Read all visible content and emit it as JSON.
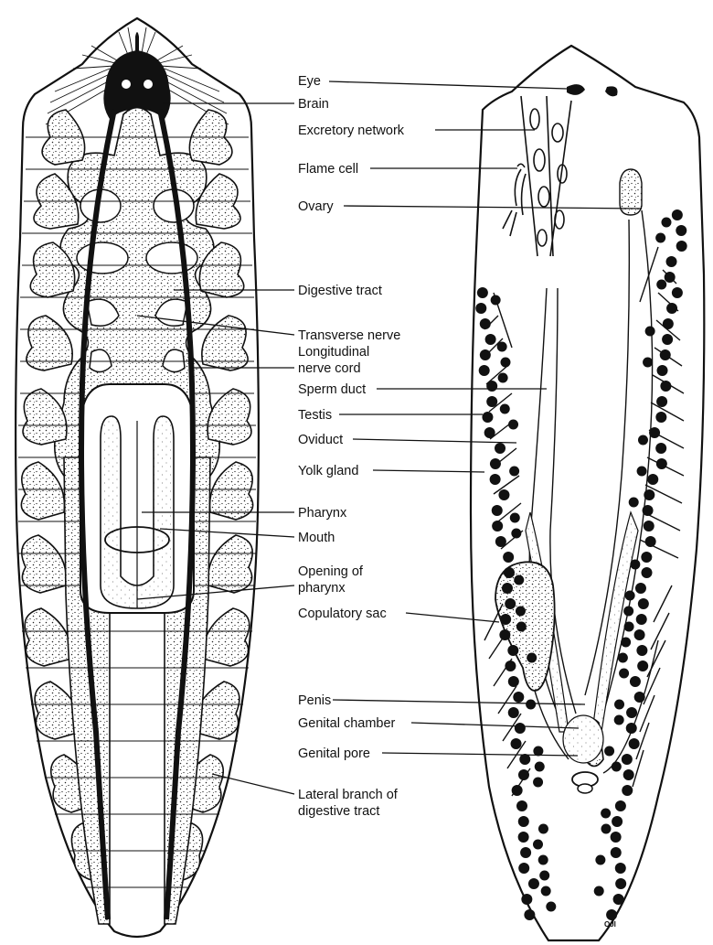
{
  "labels": [
    {
      "id": "eye",
      "text": "Eye"
    },
    {
      "id": "brain",
      "text": "Brain"
    },
    {
      "id": "excretory",
      "text": "Excretory network"
    },
    {
      "id": "flame",
      "text": "Flame cell"
    },
    {
      "id": "ovary",
      "text": "Ovary"
    },
    {
      "id": "digestive",
      "text": "Digestive tract"
    },
    {
      "id": "transverse",
      "text": "Transverse nerve"
    },
    {
      "id": "longitudinal1",
      "text": "Longitudinal"
    },
    {
      "id": "longitudinal2",
      "text": "nerve cord"
    },
    {
      "id": "spermduct",
      "text": "Sperm duct"
    },
    {
      "id": "testis",
      "text": "Testis"
    },
    {
      "id": "oviduct",
      "text": "Oviduct"
    },
    {
      "id": "yolk",
      "text": "Yolk gland"
    },
    {
      "id": "pharynx",
      "text": "Pharynx"
    },
    {
      "id": "mouth",
      "text": "Mouth"
    },
    {
      "id": "opening1",
      "text": "Opening of"
    },
    {
      "id": "opening2",
      "text": "pharynx"
    },
    {
      "id": "copulatory",
      "text": "Copulatory sac"
    },
    {
      "id": "penis",
      "text": "Penis"
    },
    {
      "id": "genchamber",
      "text": "Genital chamber"
    },
    {
      "id": "genpore",
      "text": "Genital pore"
    },
    {
      "id": "lateral1",
      "text": "Lateral branch of"
    },
    {
      "id": "lateral2",
      "text": "digestive tract"
    }
  ],
  "signature": "OJI"
}
